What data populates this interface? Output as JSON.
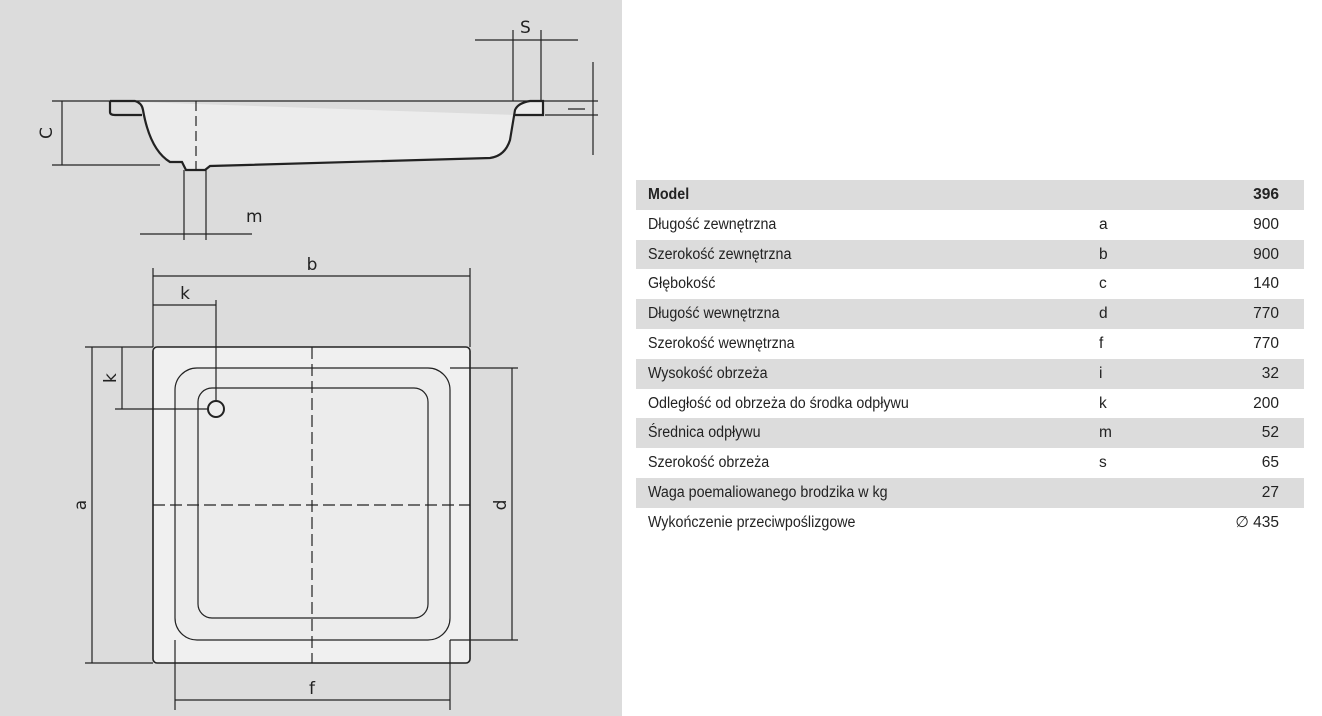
{
  "drawing": {
    "labels": {
      "s": "S",
      "c": "C",
      "m": "m",
      "b": "b",
      "k_h": "k",
      "k_v": "k",
      "a": "a",
      "d": "d",
      "f": "f"
    }
  },
  "table": {
    "header": {
      "label": "Model",
      "value": "396"
    },
    "rows": [
      {
        "name": "Długość zewnętrzna",
        "symbol": "a",
        "value": "900"
      },
      {
        "name": "Szerokość zewnętrzna",
        "symbol": "b",
        "value": "900"
      },
      {
        "name": "Głębokość",
        "symbol": "c",
        "value": "140"
      },
      {
        "name": "Długość wewnętrzna",
        "symbol": "d",
        "value": "770"
      },
      {
        "name": "Szerokość wewnętrzna",
        "symbol": "f",
        "value": "770"
      },
      {
        "name": "Wysokość obrzeża",
        "symbol": "i",
        "value": "32"
      },
      {
        "name": "Odległość od obrzeża do środka odpływu",
        "symbol": "k",
        "value": "200"
      },
      {
        "name": "Średnica odpływu",
        "symbol": "m",
        "value": "52"
      },
      {
        "name": "Szerokość obrzeża",
        "symbol": "s",
        "value": "65"
      },
      {
        "name": "Waga poemaliowanego brodzika w kg",
        "symbol": "",
        "value": "27"
      },
      {
        "name": "Wykończenie przeciwpoślizgowe",
        "symbol": "",
        "value": "∅ 435"
      }
    ]
  }
}
